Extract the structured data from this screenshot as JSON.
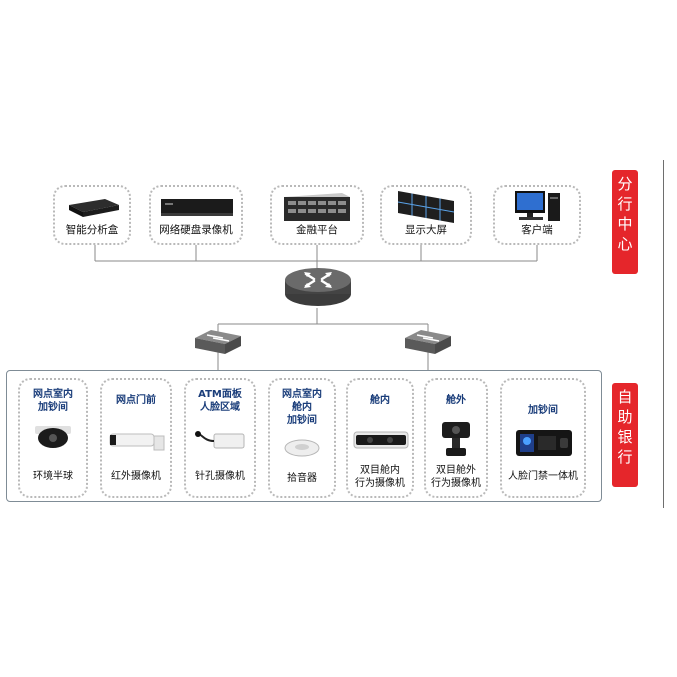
{
  "sections": {
    "center": [
      "分",
      "行",
      "中",
      "心"
    ],
    "branch": [
      "自",
      "助",
      "银",
      "行"
    ]
  },
  "center_devices": [
    {
      "label": "智能分析盒",
      "icon": "analysis-box-icon"
    },
    {
      "label": "网络硬盘录像机",
      "icon": "nvr-icon"
    },
    {
      "label": "金融平台",
      "icon": "server-icon"
    },
    {
      "label": "显示大屏",
      "icon": "video-wall-icon"
    },
    {
      "label": "客户端",
      "icon": "desktop-pc-icon"
    }
  ],
  "branch_devices": [
    {
      "area": "网点室内\n加钞间",
      "label": "环境半球",
      "icon": "dome-camera-icon"
    },
    {
      "area": "网点门前",
      "label": "红外摄像机",
      "icon": "bullet-camera-icon"
    },
    {
      "area": "ATM面板\n人脸区域",
      "label": "针孔摄像机",
      "icon": "pinhole-camera-icon"
    },
    {
      "area": "网点室内\n舱内\n加钞间",
      "label": "拾音器",
      "icon": "pickup-microphone-icon"
    },
    {
      "area": "舱内",
      "label": "双目舱内\n行为摄像机",
      "icon": "binocular-camera-icon"
    },
    {
      "area": "舱外",
      "label": "双目舱外\n行为摄像机",
      "icon": "ptz-camera-icon"
    },
    {
      "area": "加钞间",
      "label": "人脸门禁一体机",
      "icon": "face-access-terminal-icon"
    }
  ],
  "colors": {
    "accent": "#e5262b",
    "area_text": "#1a3d7a",
    "line": "#6e6e6e"
  }
}
